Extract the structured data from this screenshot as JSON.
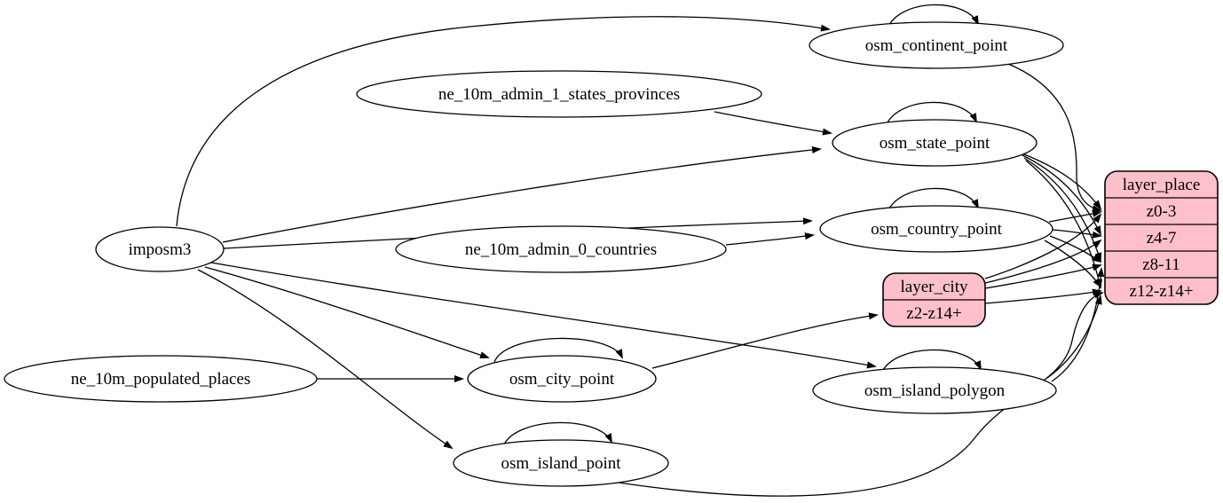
{
  "diagram": {
    "kind": "etl-graph",
    "nodes": [
      {
        "id": "imposm3",
        "label": "imposm3",
        "role": "importer"
      },
      {
        "id": "ne_10m_admin_1_states_provinces",
        "label": "ne_10m_admin_1_states_provinces",
        "role": "source"
      },
      {
        "id": "ne_10m_admin_0_countries",
        "label": "ne_10m_admin_0_countries",
        "role": "source"
      },
      {
        "id": "ne_10m_populated_places",
        "label": "ne_10m_populated_places",
        "role": "source"
      },
      {
        "id": "osm_continent_point",
        "label": "osm_continent_point",
        "role": "table"
      },
      {
        "id": "osm_state_point",
        "label": "osm_state_point",
        "role": "table"
      },
      {
        "id": "osm_country_point",
        "label": "osm_country_point",
        "role": "table"
      },
      {
        "id": "osm_city_point",
        "label": "osm_city_point",
        "role": "table"
      },
      {
        "id": "osm_island_polygon",
        "label": "osm_island_polygon",
        "role": "table"
      },
      {
        "id": "osm_island_point",
        "label": "osm_island_point",
        "role": "table"
      }
    ],
    "records": [
      {
        "id": "layer_city",
        "header": "layer_city",
        "rows": [
          "z2-z14+"
        ]
      },
      {
        "id": "layer_place",
        "header": "layer_place",
        "rows": [
          "z0-3",
          "z4-7",
          "z8-11",
          "z12-z14+"
        ]
      }
    ],
    "self_loops": [
      "osm_continent_point",
      "osm_state_point",
      "osm_country_point",
      "osm_city_point",
      "osm_island_polygon",
      "osm_island_point"
    ],
    "edges": [
      {
        "from": "imposm3",
        "to": "osm_continent_point"
      },
      {
        "from": "imposm3",
        "to": "osm_state_point"
      },
      {
        "from": "imposm3",
        "to": "osm_country_point"
      },
      {
        "from": "imposm3",
        "to": "osm_city_point"
      },
      {
        "from": "imposm3",
        "to": "osm_island_polygon"
      },
      {
        "from": "imposm3",
        "to": "osm_island_point"
      },
      {
        "from": "ne_10m_admin_1_states_provinces",
        "to": "osm_state_point"
      },
      {
        "from": "ne_10m_admin_0_countries",
        "to": "osm_country_point"
      },
      {
        "from": "ne_10m_populated_places",
        "to": "osm_city_point"
      },
      {
        "from": "osm_city_point",
        "to": "layer_city",
        "row": "z2-z14+"
      },
      {
        "from": "osm_continent_point",
        "to": "layer_place",
        "row": "z0-3"
      },
      {
        "from": "osm_state_point",
        "to": "layer_place",
        "row": "z0-3"
      },
      {
        "from": "osm_state_point",
        "to": "layer_place",
        "row": "z4-7"
      },
      {
        "from": "osm_state_point",
        "to": "layer_place",
        "row": "z8-11"
      },
      {
        "from": "osm_state_point",
        "to": "layer_place",
        "row": "z12-z14+"
      },
      {
        "from": "osm_country_point",
        "to": "layer_place",
        "row": "z0-3"
      },
      {
        "from": "osm_country_point",
        "to": "layer_place",
        "row": "z4-7"
      },
      {
        "from": "osm_country_point",
        "to": "layer_place",
        "row": "z8-11"
      },
      {
        "from": "osm_country_point",
        "to": "layer_place",
        "row": "z12-z14+"
      },
      {
        "from": "layer_city",
        "to": "layer_place",
        "row": "z0-3"
      },
      {
        "from": "layer_city",
        "to": "layer_place",
        "row": "z4-7"
      },
      {
        "from": "layer_city",
        "to": "layer_place",
        "row": "z8-11"
      },
      {
        "from": "layer_city",
        "to": "layer_place",
        "row": "z12-z14+"
      },
      {
        "from": "osm_island_polygon",
        "to": "layer_place",
        "row": "z8-11"
      },
      {
        "from": "osm_island_polygon",
        "to": "layer_place",
        "row": "z12-z14+"
      },
      {
        "from": "osm_island_point",
        "to": "layer_place",
        "row": "z12-z14+"
      }
    ],
    "colors": {
      "table_fill": "#ffffff",
      "layer_fill": "#ffc0cb",
      "stroke": "#000000",
      "text": "#000000",
      "background": "#ffffff"
    }
  }
}
